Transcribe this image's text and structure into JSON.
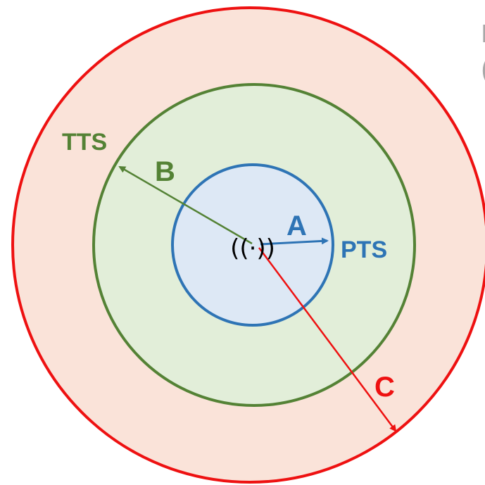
{
  "diagram": {
    "zones": [
      {
        "id": "outer",
        "label": "",
        "fill": "#fae3d9",
        "stroke": "#ee1111"
      },
      {
        "id": "middle",
        "label": "TTS",
        "fill": "#e2eed9",
        "stroke": "#548235"
      },
      {
        "id": "inner",
        "label": "PTS",
        "fill": "#dde8f5",
        "stroke": "#2e74b5"
      }
    ],
    "arrows": [
      {
        "id": "A",
        "label": "A",
        "color": "#2e74b5"
      },
      {
        "id": "B",
        "label": "B",
        "color": "#548235"
      },
      {
        "id": "C",
        "label": "C",
        "color": "#ee1111"
      }
    ],
    "center_symbol": "((·))",
    "center_symbol_icon": "antenna-signal-icon",
    "cut_text": [
      "I",
      "("
    ]
  }
}
